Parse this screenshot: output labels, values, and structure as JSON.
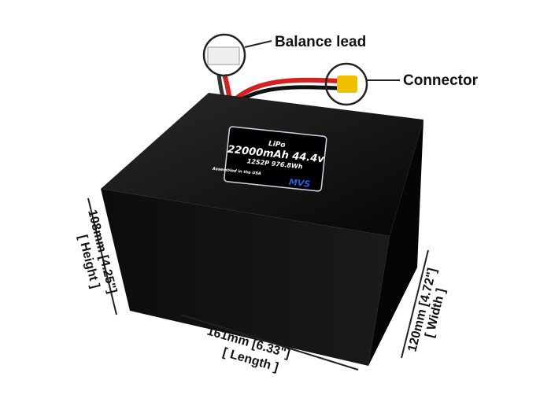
{
  "callouts": {
    "balance_lead": "Balance lead",
    "connector": "Connector"
  },
  "label": {
    "chemistry": "LiPo",
    "capacity": "22000mAh 44.4v",
    "config": "12S2P 976.8Wh",
    "origin": "Assembled in the USA",
    "brand": "MVS"
  },
  "dimensions": {
    "height": "108mm [4.25\"]",
    "height_name": "[ Height ]",
    "length": "161mm [6.33\"]",
    "length_name": "[ Length ]",
    "width": "120mm [4.72\"]",
    "width_name": "[ Width ]"
  },
  "colors": {
    "battery": "#0a0a0a",
    "wire_red": "#d61f1f",
    "connector": "#f0c000"
  }
}
